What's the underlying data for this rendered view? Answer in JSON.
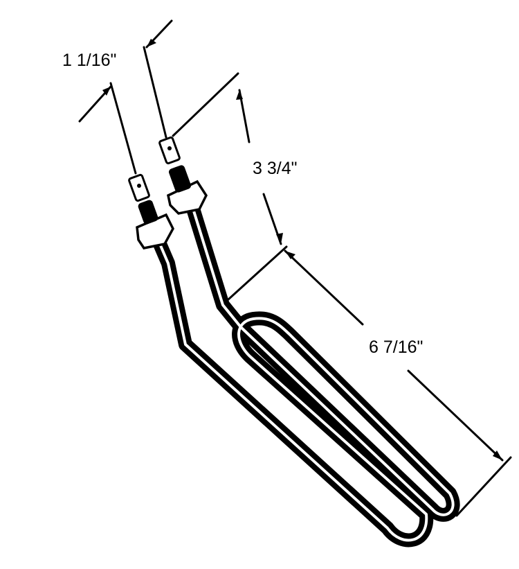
{
  "dimensions": {
    "terminal_spacing": "1 1/16\"",
    "upper_leg": "3 3/4\"",
    "element_length": "6 7/16\""
  }
}
